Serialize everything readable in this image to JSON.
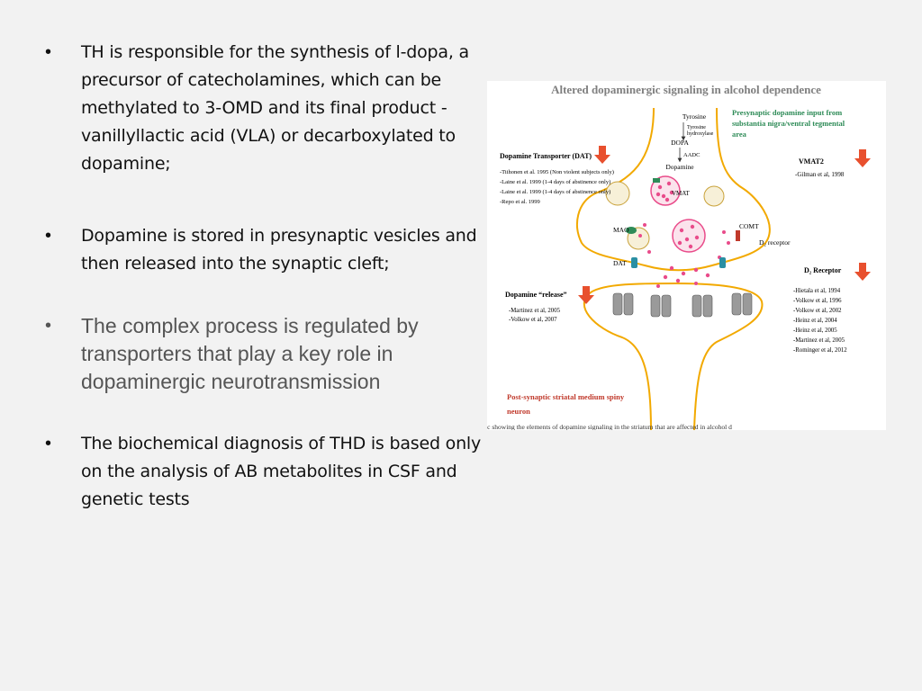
{
  "bullets": [
    "TH is responsible for the synthesis of l-dopa, a precursor of catecholamines, which can be methylated to 3-OMD and its final product - vanillyllactic acid (VLA) or decarboxylated to dopamine;",
    "Dopamine is stored in presynaptic vesicles and then released into the synaptic cleft;",
    "The complex process is regulated by transporters that play a key role in dopaminergic neurotransmission",
    "The biochemical diagnosis of THD is based only on the analysis of AB metabolites in CSF and genetic tests"
  ],
  "bullet_symbol": "•",
  "figure": {
    "title": "Altered dopaminergic signaling in alcohol dependence",
    "presynaptic_label": [
      "Presynaptic dopamine input from",
      "substantia nigra/ventral tegmental",
      "area"
    ],
    "pathway": {
      "tyrosine": "Tyrosine",
      "enzyme": [
        "Tyrosine",
        "hydroxylase"
      ],
      "dopa": "DOPA",
      "aadc": "AADC",
      "dopamine": "Dopamine"
    },
    "vmat_label": "VMAT",
    "mao_label": "MAO",
    "dat_label": "DAT",
    "comt_label": "COMT",
    "d2_receptor_label": "D₂ receptor",
    "dat_box": {
      "heading": "Dopamine Transporter (DAT)",
      "refs": [
        "-Tiihonen et al. 1995 (Non violent subjects only)",
        "-Laine et al. 1999 (1-4 days of abstinence only)",
        "-Laine et al. 1999 (1-4 days of abstinence only)",
        "-Repo et al. 1999"
      ]
    },
    "vmat2_box": {
      "heading": "VMAT2",
      "refs": [
        "-Gilman et al, 1998"
      ]
    },
    "release_box": {
      "heading": "Dopamine “release”",
      "refs": [
        "-Martinez et al, 2005",
        "-Volkow et al, 2007"
      ]
    },
    "d2_box": {
      "heading": "D₂ Receptor",
      "refs": [
        "-Hietala et al, 1994",
        "-Volkow et al, 1996",
        "-Volkow et al, 2002",
        "-Heinz et al, 2004",
        "-Heinz et al, 2005",
        "-Martinez et al, 2005",
        "-Rominger et al, 2012"
      ]
    },
    "postsynaptic_label": [
      "Post-synaptic striatal medium spiny",
      "neuron"
    ],
    "caption": "tic showing the elements of dopamine signaling in the striatum that are affected in alcohol d",
    "colors": {
      "title": "#7f7f7f",
      "green": "#2e8b57",
      "red": "#c0392b",
      "neuron_outline": "#f2a900",
      "vesicle": "#e94b8a",
      "dat": "#2a8fa3",
      "arrow": "#e8502e"
    }
  }
}
